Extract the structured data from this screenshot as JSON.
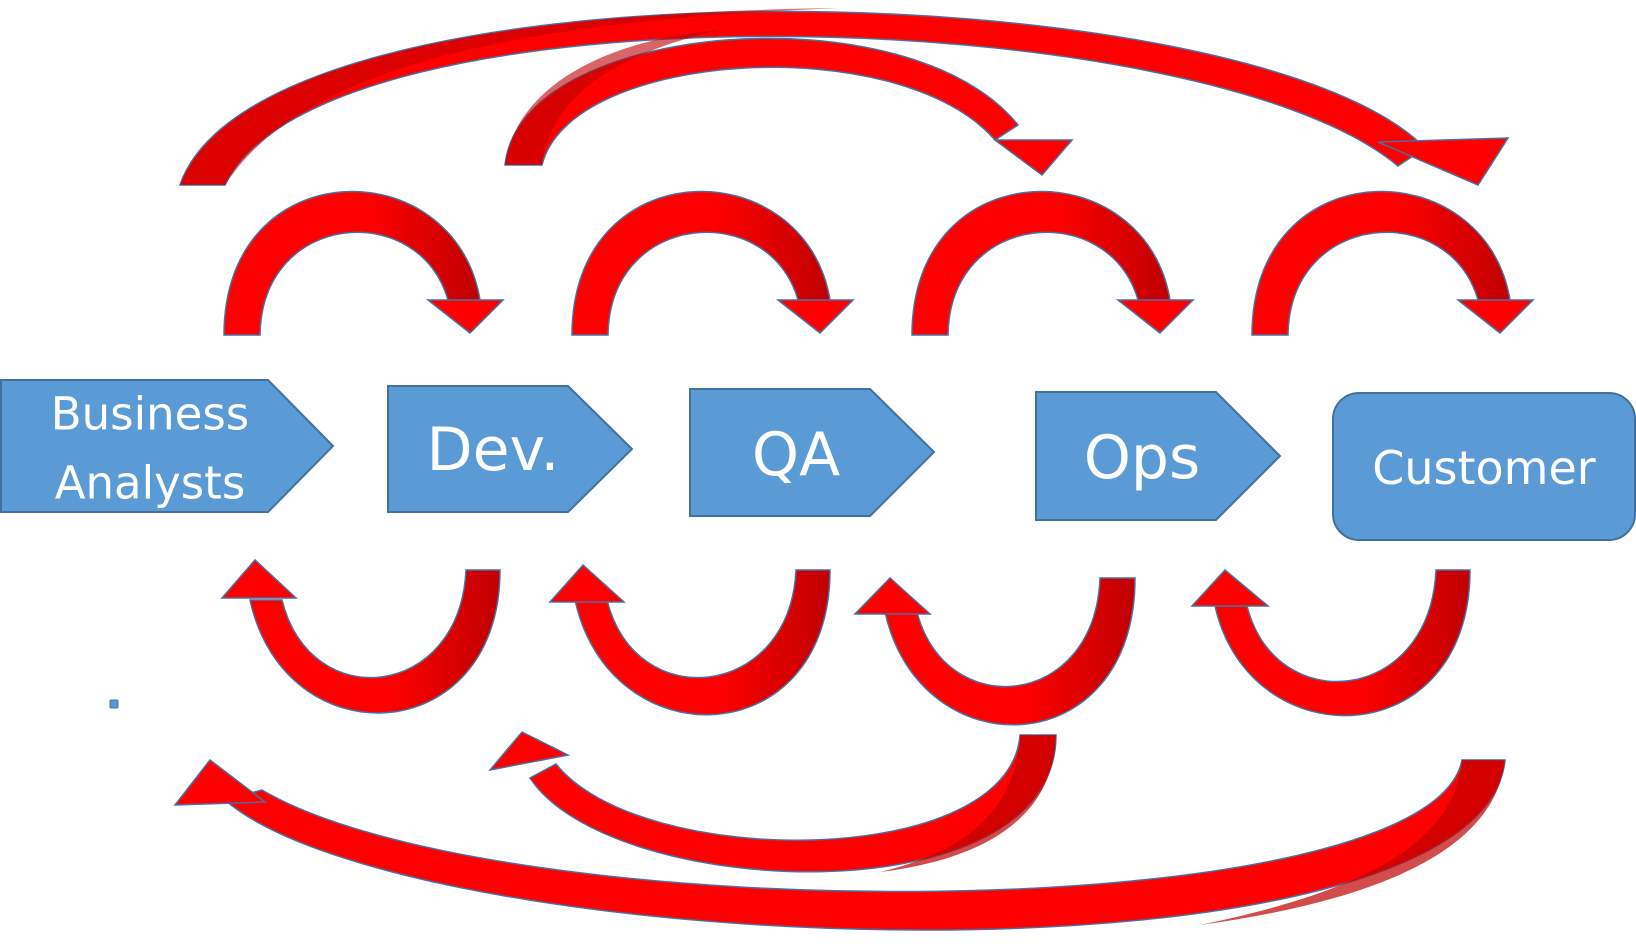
{
  "diagram": {
    "nodes": [
      {
        "id": "business-analysts",
        "lines": [
          "Business",
          "Analysts"
        ],
        "shape": "pentagon-arrow"
      },
      {
        "id": "dev",
        "lines": [
          "Dev."
        ],
        "shape": "pentagon-arrow"
      },
      {
        "id": "qa",
        "lines": [
          "QA"
        ],
        "shape": "pentagon-arrow"
      },
      {
        "id": "ops",
        "lines": [
          "Ops"
        ],
        "shape": "pentagon-arrow"
      },
      {
        "id": "customer",
        "lines": [
          "Customer"
        ],
        "shape": "rounded-rectangle"
      }
    ],
    "forward_arrows": [
      {
        "from": "business-analysts",
        "to": "dev"
      },
      {
        "from": "dev",
        "to": "qa"
      },
      {
        "from": "qa",
        "to": "ops"
      },
      {
        "from": "ops",
        "to": "customer"
      },
      {
        "from": "dev",
        "to": "ops"
      },
      {
        "from": "business-analysts",
        "to": "customer"
      }
    ],
    "feedback_arrows": [
      {
        "from": "dev",
        "to": "business-analysts"
      },
      {
        "from": "qa",
        "to": "dev"
      },
      {
        "from": "ops",
        "to": "qa"
      },
      {
        "from": "customer",
        "to": "ops"
      },
      {
        "from": "ops",
        "to": "dev"
      },
      {
        "from": "customer",
        "to": "business-analysts"
      }
    ],
    "colors": {
      "node_fill": "#5b9bd5",
      "node_stroke": "#41719c",
      "arrow_light": "#ff0000",
      "arrow_dark": "#c00000",
      "arrow_outline": "#4a6fa0",
      "text": "#ffffff"
    }
  }
}
